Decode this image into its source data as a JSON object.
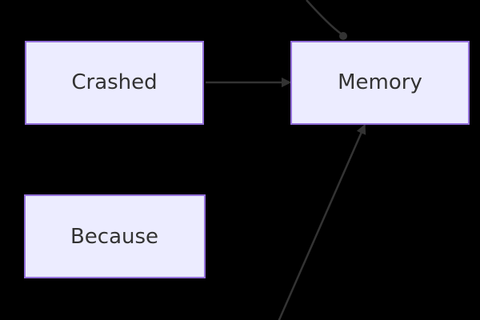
{
  "diagram": {
    "background": "#000000",
    "node_fill": "#ECECFF",
    "node_stroke": "#9370DB",
    "edge_color": "#333333",
    "text_color": "#333333",
    "nodes": {
      "crashed": "Crashed",
      "memory": "Memory",
      "because": "Because"
    },
    "edges": [
      {
        "from": "crashed",
        "to": "memory"
      },
      {
        "from": "offscreen-top",
        "to": "memory"
      },
      {
        "from": "offscreen-bottom",
        "to": "memory"
      }
    ]
  }
}
